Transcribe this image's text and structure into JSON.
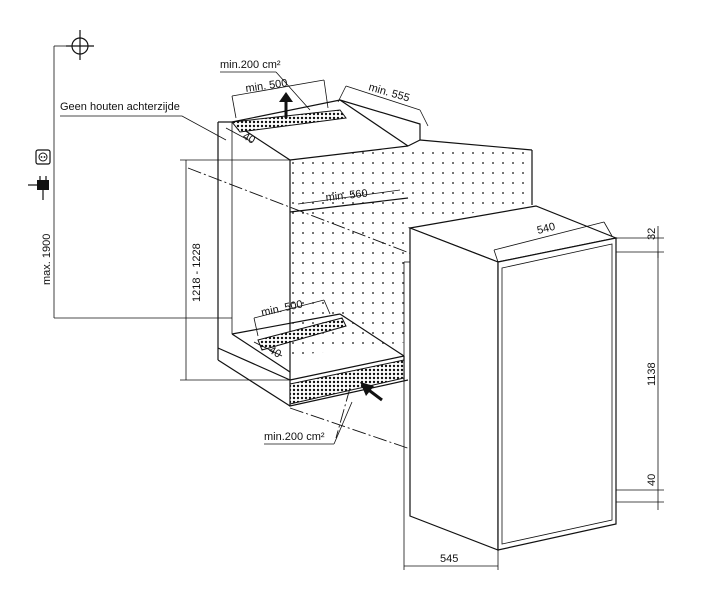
{
  "labels": {
    "vent_top_area": "min.200 cm²",
    "vent_top_width": "min. 500",
    "top_depth": "min. 555",
    "no_back_wall": "Geen houten achterzijde",
    "top_gap": "40",
    "inner_width": "min. 560",
    "niche_height": "1218 - 1228",
    "max_height": "max. 1900",
    "vent_bottom_width": "min. 500",
    "bottom_gap": "40",
    "vent_bottom_area": "min.200 cm²",
    "appliance_width": "540",
    "appliance_top_gap": "32",
    "appliance_height": "1138",
    "appliance_bottom_gap": "40",
    "appliance_depth": "545"
  },
  "icons": {
    "socket": "power-socket-icon",
    "plug": "power-plug-icon",
    "wall_outlet": "wall-outlet-crosshair-icon",
    "airflow": "airflow-arrow-icon"
  }
}
